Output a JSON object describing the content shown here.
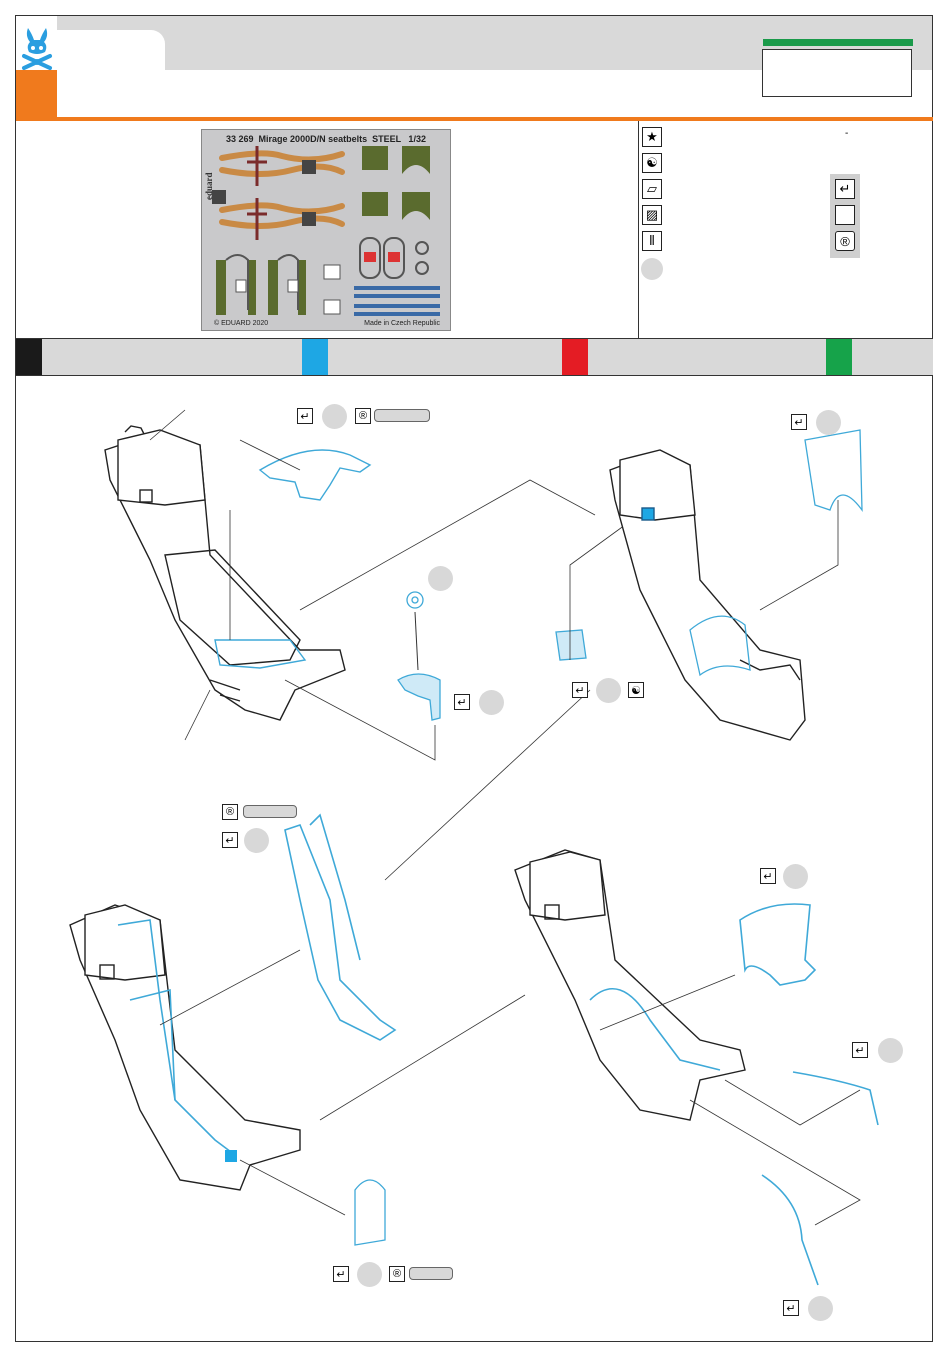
{
  "fret": {
    "title": "33 269  Mirage 2000D/N seatbelts  STEEL   1/32",
    "brand": "eduard",
    "copyright": "© EDUARD 2020",
    "made_in": "Made in Czech Republic"
  },
  "colors": {
    "accent_orange": "#f07a1d",
    "header_green": "#1a9a4a",
    "part_blue": "#3fa9d8",
    "swatches": [
      "#1a1a1a",
      "#1ea7e4",
      "#e41c24",
      "#16a34a"
    ]
  },
  "legend": {
    "icons": [
      "star-icon",
      "yin-yang-icon",
      "parallelogram-icon",
      "hatched-icon",
      "drill-icon"
    ],
    "right_icons": [
      "bend-tick-icon",
      "blank-square-icon",
      "registered-r-icon"
    ],
    "small_mark": "-"
  }
}
